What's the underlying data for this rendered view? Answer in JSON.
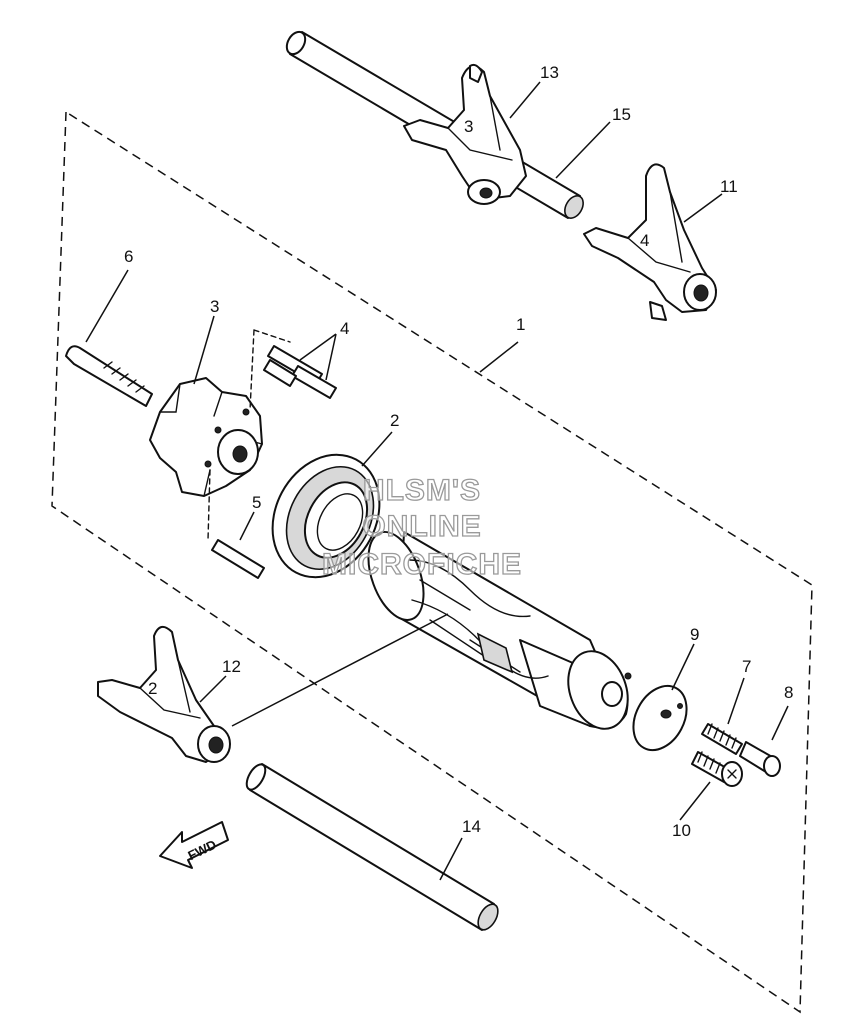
{
  "diagram": {
    "callouts": [
      "1",
      "2",
      "3",
      "4",
      "5",
      "6",
      "7",
      "8",
      "9",
      "10",
      "11",
      "12",
      "13",
      "14",
      "15"
    ],
    "fwd_label": "FWD",
    "watermark": [
      "HLSM'S",
      "ONLINE",
      "MICROFICHE"
    ],
    "colors": {
      "ink": "#111111",
      "paper": "#ffffff",
      "watermark": "#9a9a9a"
    }
  }
}
